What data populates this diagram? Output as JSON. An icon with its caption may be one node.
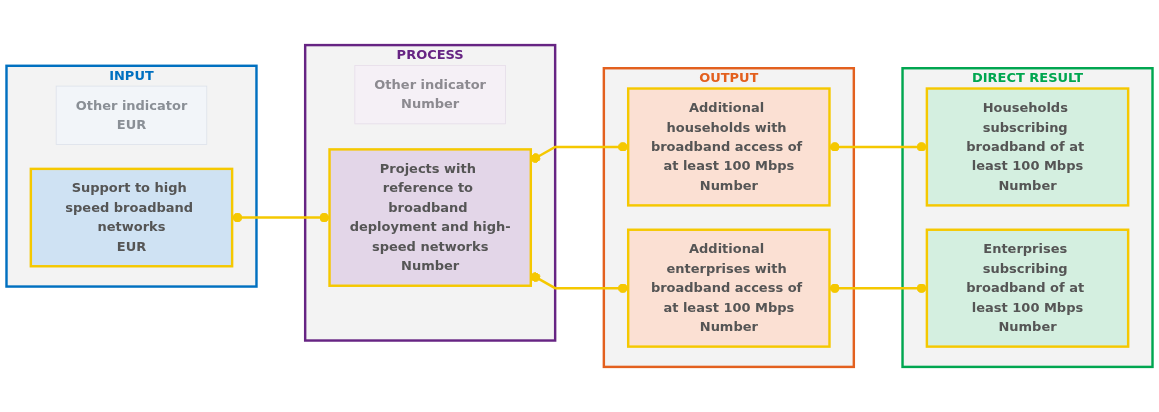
{
  "diagram": {
    "nodes": [
      {
        "text": [
          "INPUT"
        ]
      },
      {
        "text": [
          "Other indicator",
          "EUR"
        ],
        "in": 0
      },
      {
        "text": [
          "Support to high speed broadband networks",
          "EUR"
        ],
        "in": 0
      },
      {
        "text": [
          "PROCESS"
        ]
      },
      {
        "text": [
          "Other indicator",
          "Number"
        ],
        "in": 3
      },
      {
        "text": [
          "Projects with reference to broadband deployment and high-speed networks",
          "Number"
        ],
        "in": 3
      },
      {
        "text": [
          "OUTPUT"
        ]
      },
      {
        "text": [
          "Additional households with broadband access of at least 100 Mbps",
          "Number"
        ],
        "in": 6
      },
      {
        "text": [
          "Additional enterprises with broadband access of at least 100 Mbps",
          "Number"
        ],
        "in": 6
      },
      {
        "text": [
          "DIRECT RESULT"
        ]
      },
      {
        "text": [
          "Households subscribing broadband of at least 100 Mbps",
          "Number"
        ],
        "in": 9
      },
      {
        "text": [
          "Enterprises subscribing broadband of at least 100 Mbps",
          "Number"
        ],
        "in": 9
      }
    ],
    "edges": [
      {
        "from": 2,
        "to": 5,
        "arrow": "other"
      },
      {
        "from": 5,
        "to": 7,
        "arrow": "other"
      },
      {
        "from": 5,
        "to": 8,
        "arrow": "other"
      },
      {
        "from": 7,
        "to": 10,
        "arrow": "other"
      },
      {
        "from": 8,
        "to": 11,
        "arrow": "other"
      }
    ]
  }
}
